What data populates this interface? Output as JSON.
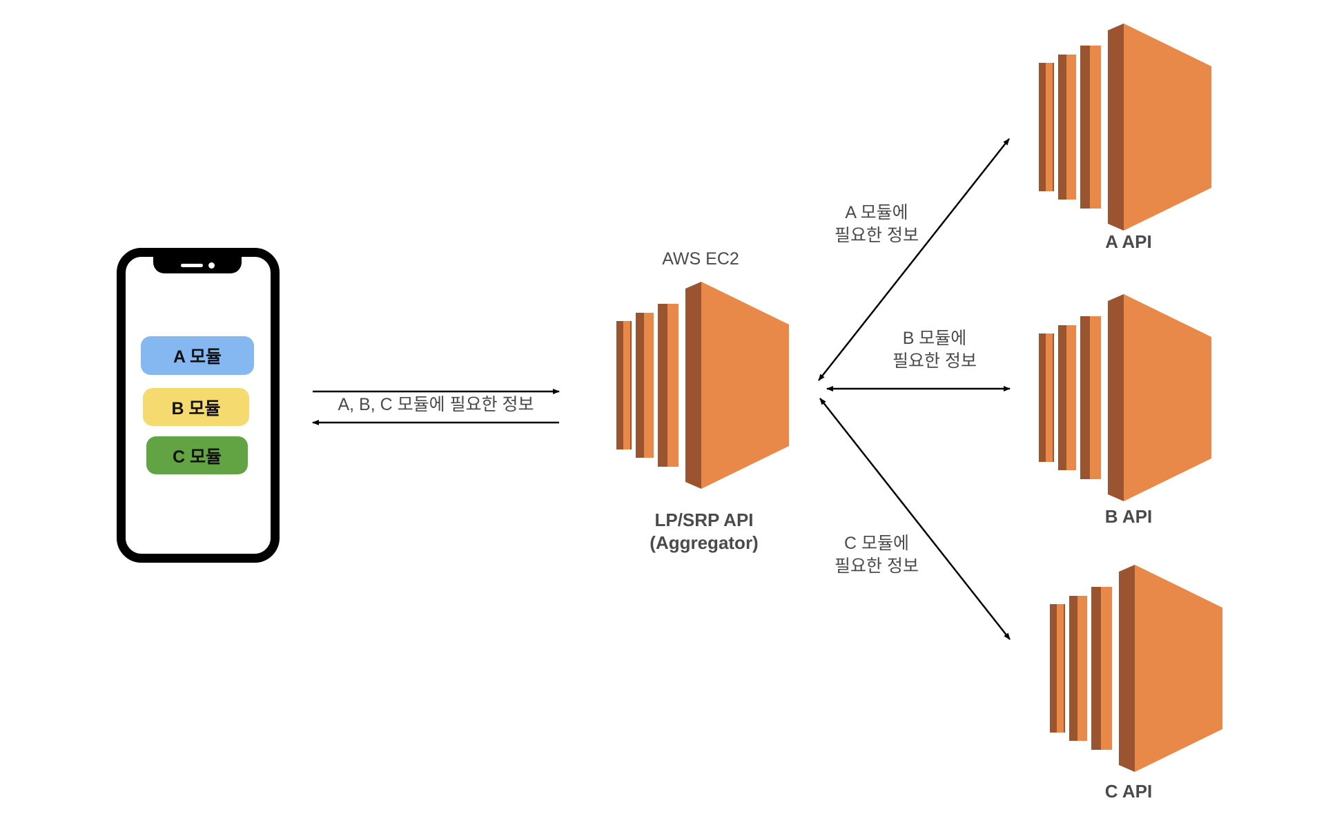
{
  "client": {
    "modules": [
      {
        "label": "A 모듈",
        "color": "#85b8f0"
      },
      {
        "label": "B 모듈",
        "color": "#f5db6f"
      },
      {
        "label": "C 모듈",
        "color": "#62a344"
      }
    ]
  },
  "client_link": {
    "label": "A, B, C 모듈에 필요한 정보"
  },
  "aggregator": {
    "service": "AWS EC2",
    "name_line1": "LP/SRP API",
    "name_line2": "(Aggregator)"
  },
  "backends": [
    {
      "name": "A API",
      "link_line1": "A 모듈에",
      "link_line2": "필요한 정보"
    },
    {
      "name": "B API",
      "link_line1": "B 모듈에",
      "link_line2": "필요한 정보"
    },
    {
      "name": "C API",
      "link_line1": "C 모듈에",
      "link_line2": "필요한 정보"
    }
  ],
  "colors": {
    "ec2_front": "#e8894a",
    "ec2_side": "#9a5430",
    "arrow": "#000000",
    "text": "#4a4a4a"
  },
  "icons": [
    "smartphone-icon",
    "aws-ec2-icon"
  ]
}
